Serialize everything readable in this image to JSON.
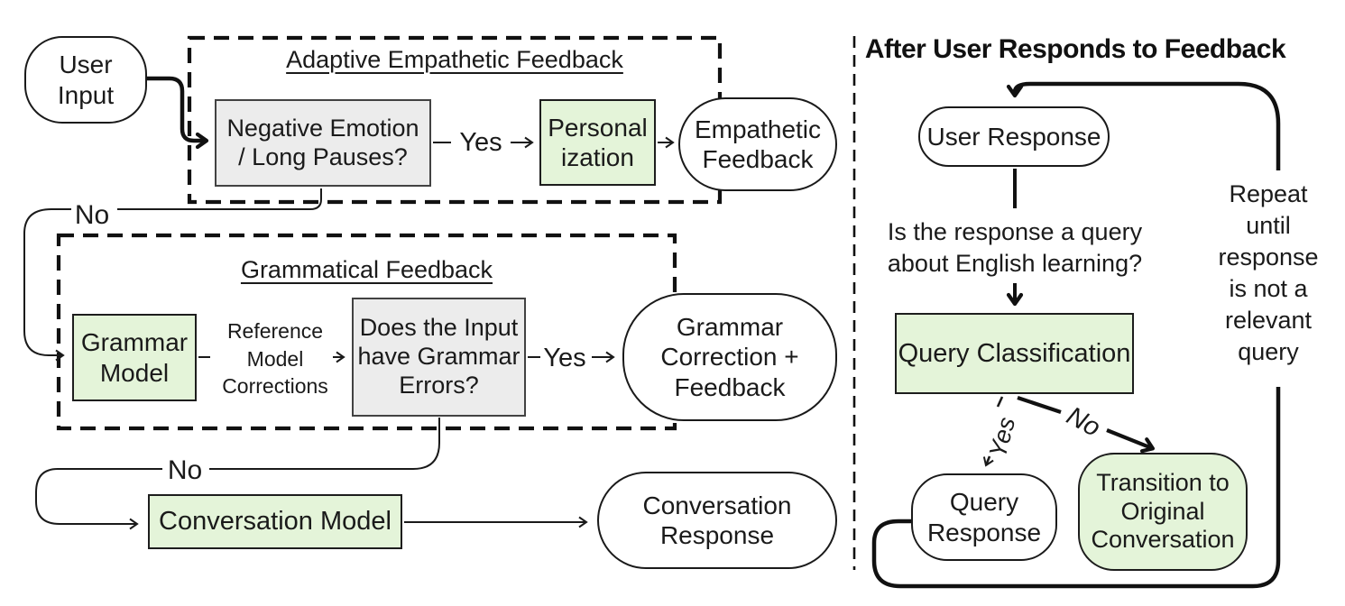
{
  "colors": {
    "green_fill": "#e4f4d9",
    "gray_fill": "#ececec",
    "line": "#1a1a1a"
  },
  "left": {
    "user_input": "User\nInput",
    "adaptive_title": "Adaptive Empathetic Feedback",
    "negative_emotion": "Negative Emotion\n/ Long Pauses?",
    "yes_1": "Yes",
    "personalization": "Personal\nization",
    "empathetic_feedback": "Empathetic\nFeedback",
    "no_1": "No",
    "grammatical_title": "Grammatical Feedback",
    "grammar_model": "Grammar\nModel",
    "reference_note": "Reference\nModel\nCorrections",
    "grammar_errors": "Does the Input\nhave Grammar\nErrors?",
    "yes_2": "Yes",
    "grammar_correction": "Grammar\nCorrection +\nFeedback",
    "no_2": "No",
    "conversation_model": "Conversation Model",
    "conversation_response": "Conversation\nResponse"
  },
  "right": {
    "title": "After User Responds to Feedback",
    "user_response": "User Response",
    "question": "Is the response a query\nabout English learning?",
    "query_classification": "Query Classification",
    "yes": "Yes",
    "no": "No",
    "query_response": "Query\nResponse",
    "transition": "Transition to\nOriginal\nConversation",
    "repeat_note": "Repeat\nuntil\nresponse\nis not a\nrelevant\nquery"
  }
}
